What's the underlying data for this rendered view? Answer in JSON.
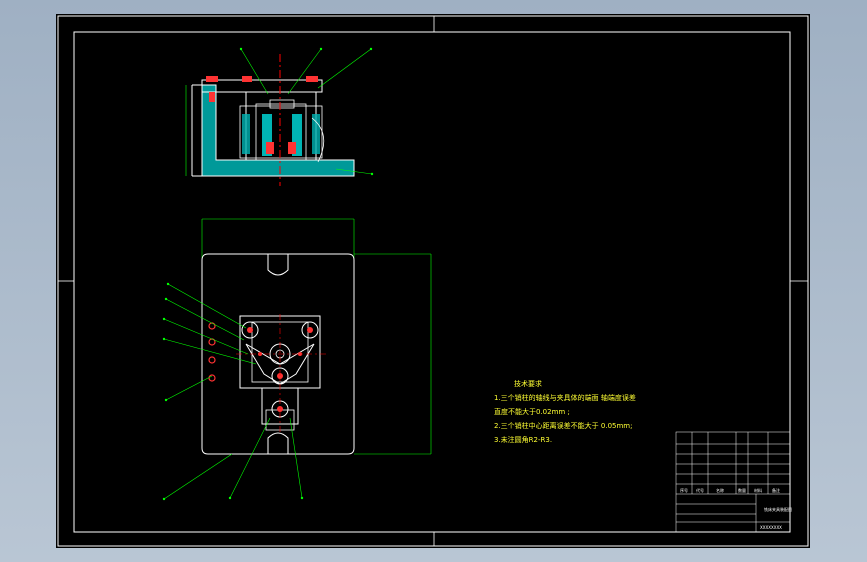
{
  "window": {
    "background": "#a9b6c6",
    "canvas_background": "#000000"
  },
  "colors": {
    "border": "#ffffff",
    "part_outline": "#ffffff",
    "hatch": "#00c8c8",
    "leader": "#00ff00",
    "bolts": "#ff3333",
    "centerline": "#ff0000",
    "notes_text": "#ffff33"
  },
  "technical_requirements": {
    "title": "技术要求",
    "lines": [
      "1.三个销柱的轴线与夹具体的端面  轴端度误差",
      "直度不能大于0.02mm ;",
      "2.三个销柱中心距离误差不能大于  0.05mm;",
      "3.未注圆角R2-R3."
    ]
  },
  "title_block": {
    "drawing_name": "铣床夹具装配图",
    "header_row": [
      "序号",
      "代号",
      "名称",
      "数量",
      "材料",
      "备注"
    ],
    "bottom_label": "XXXXXXXX"
  },
  "icons": [
    "bolt-symbol-icon",
    "leader-arrow-icon",
    "centerline-icon"
  ]
}
